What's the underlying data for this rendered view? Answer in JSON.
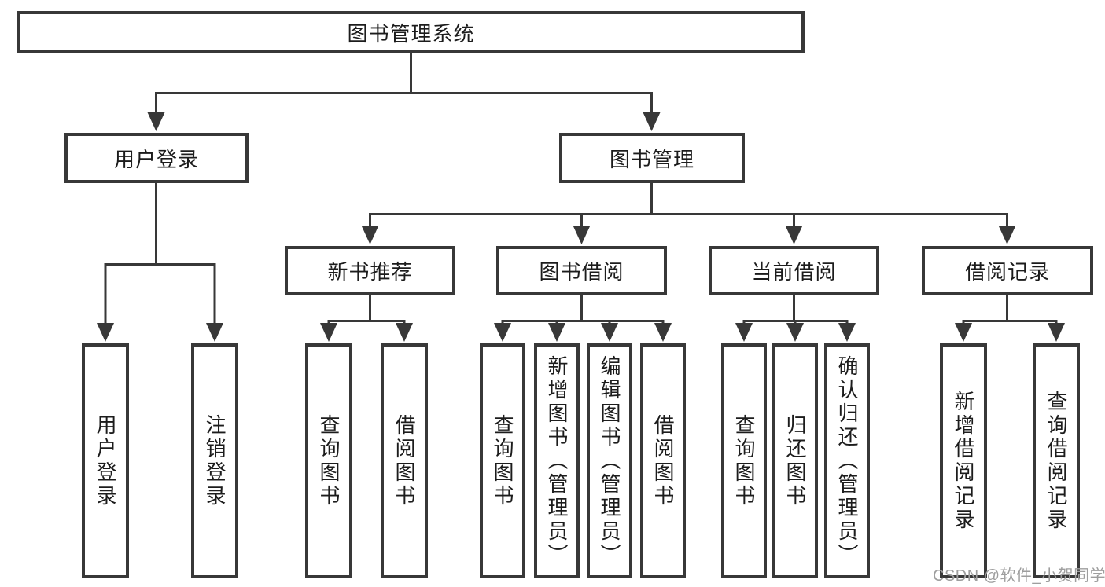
{
  "diagram": {
    "title": "图书管理系统",
    "root": {
      "label": "图书管理系统"
    },
    "level2": [
      {
        "label": "用户登录"
      },
      {
        "label": "图书管理"
      }
    ],
    "level3": [
      {
        "label": "新书推荐"
      },
      {
        "label": "图书借阅"
      },
      {
        "label": "当前借阅"
      },
      {
        "label": "借阅记录"
      }
    ],
    "leaves": [
      {
        "label": "用户登录",
        "parent": "用户登录"
      },
      {
        "label": "注销登录",
        "parent": "用户登录"
      },
      {
        "label": "查询图书",
        "parent": "新书推荐"
      },
      {
        "label": "借阅图书",
        "parent": "新书推荐"
      },
      {
        "label": "查询图书",
        "parent": "图书借阅"
      },
      {
        "label": "新增图书（管理员）",
        "parent": "图书借阅"
      },
      {
        "label": "编辑图书（管理员）",
        "parent": "图书借阅"
      },
      {
        "label": "借阅图书",
        "parent": "图书借阅"
      },
      {
        "label": "查询图书",
        "parent": "当前借阅"
      },
      {
        "label": "归还图书",
        "parent": "当前借阅"
      },
      {
        "label": "确认归还（管理员）",
        "parent": "当前借阅"
      },
      {
        "label": "新增借阅记录",
        "parent": "借阅记录"
      },
      {
        "label": "查询借阅记录",
        "parent": "借阅记录"
      }
    ],
    "watermark": "CSDN @软件_小贺同学",
    "colors": {
      "line": "#383838",
      "text": "#1c1c1c",
      "watermark": "#9e9e9e",
      "background": "#ffffff"
    }
  }
}
